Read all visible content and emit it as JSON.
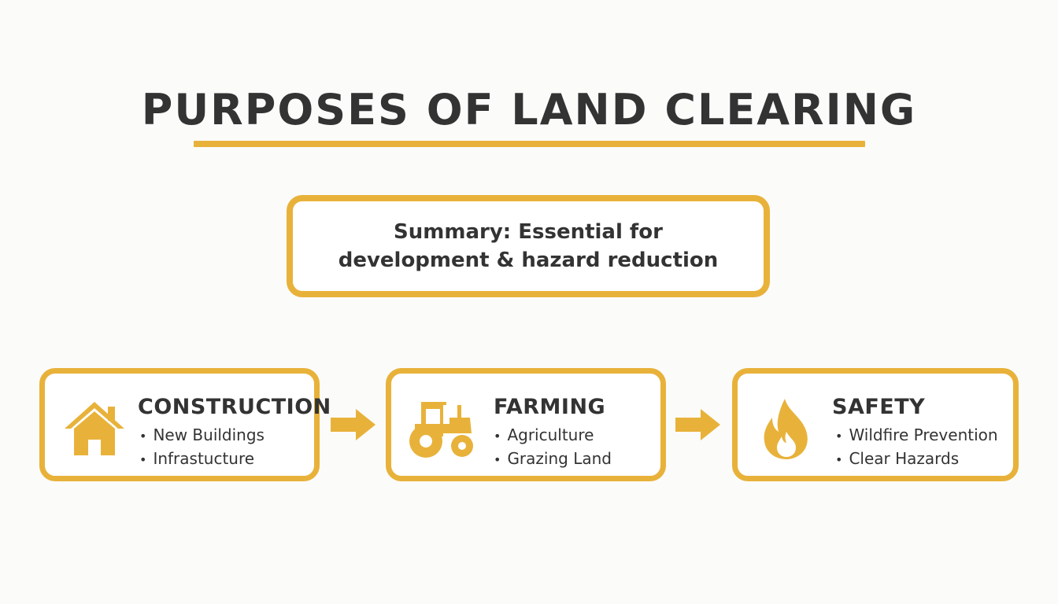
{
  "title": "PURPOSES OF LAND CLEARING",
  "summary": {
    "text": "Summary: Essential for development & hazard reduction"
  },
  "cards": [
    {
      "heading": "CONSTRUCTION",
      "icon": "house-icon",
      "items": [
        "New Buildings",
        "Infrastucture"
      ]
    },
    {
      "heading": "FARMING",
      "icon": "tractor-icon",
      "items": [
        "Agriculture",
        "Grazing Land"
      ]
    },
    {
      "heading": "SAFETY",
      "icon": "flame-icon",
      "items": [
        "Wildfire Prevention",
        "Clear Hazards"
      ]
    }
  ],
  "colors": {
    "accent": "#e8b23a",
    "text": "#333333",
    "background": "#fbfbfa"
  }
}
